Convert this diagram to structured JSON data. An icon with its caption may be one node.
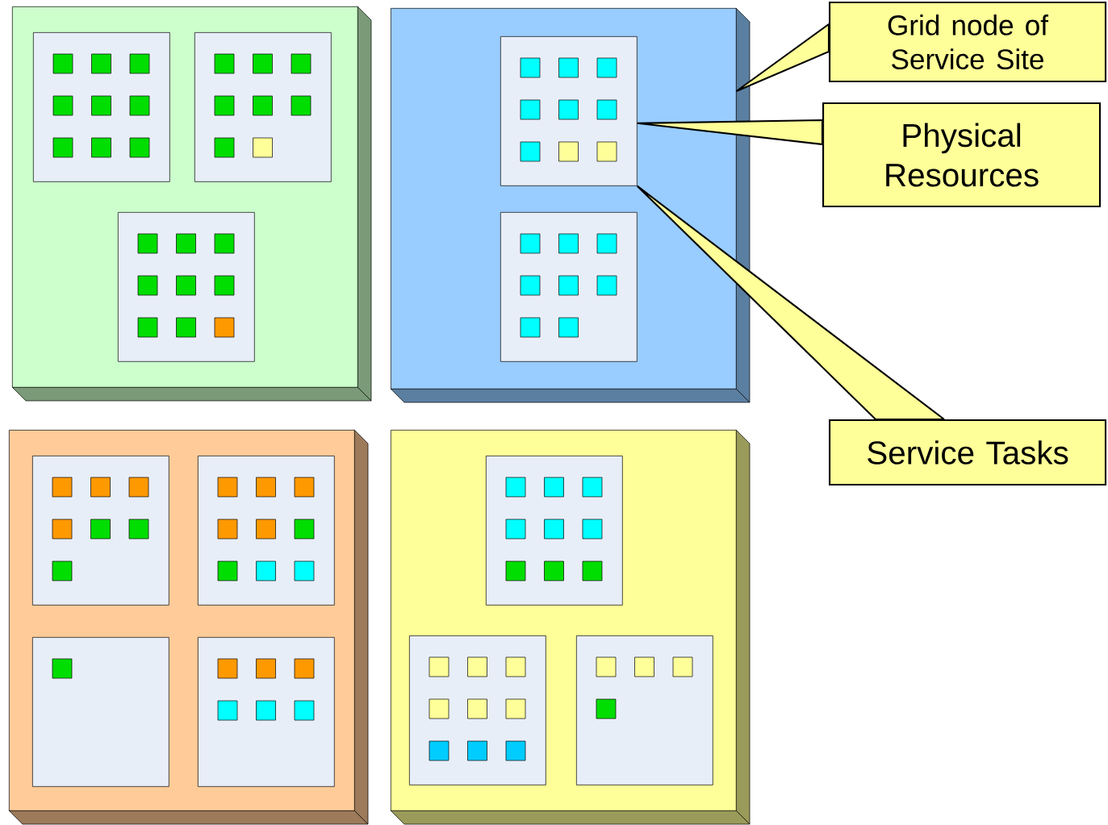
{
  "diagram": {
    "nodes": [
      {
        "text": [],
        "shape": "box"
      },
      {
        "text": [],
        "shape": "box",
        "in": 0
      },
      {
        "text": [],
        "shape": "box",
        "in": 0
      },
      {
        "text": [],
        "shape": "box",
        "in": 0
      },
      {
        "text": [],
        "shape": "box"
      },
      {
        "text": [],
        "shape": "box",
        "in": 4
      },
      {
        "text": [],
        "shape": "box",
        "in": 4
      },
      {
        "text": [],
        "shape": "box"
      },
      {
        "text": [],
        "shape": "box",
        "in": 7
      },
      {
        "text": [],
        "shape": "box",
        "in": 7
      },
      {
        "text": [],
        "shape": "box",
        "in": 7
      },
      {
        "text": [],
        "shape": "box",
        "in": 7
      },
      {
        "text": [],
        "shape": "box"
      },
      {
        "text": [],
        "shape": "box",
        "in": 12
      },
      {
        "text": [],
        "shape": "box",
        "in": 12
      },
      {
        "text": [],
        "shape": "box",
        "in": 12
      },
      {
        "text": [
          "Grid node of Service Site"
        ]
      },
      {
        "text": [
          "Physical Resources"
        ]
      },
      {
        "text": [
          "Service Tasks"
        ]
      }
    ],
    "edges": [
      {
        "from": 16,
        "to": 4,
        "arrow": "none"
      },
      {
        "from": 17,
        "to": 5,
        "arrow": "none"
      },
      {
        "from": 18,
        "to": 5,
        "arrow": "none"
      }
    ]
  }
}
